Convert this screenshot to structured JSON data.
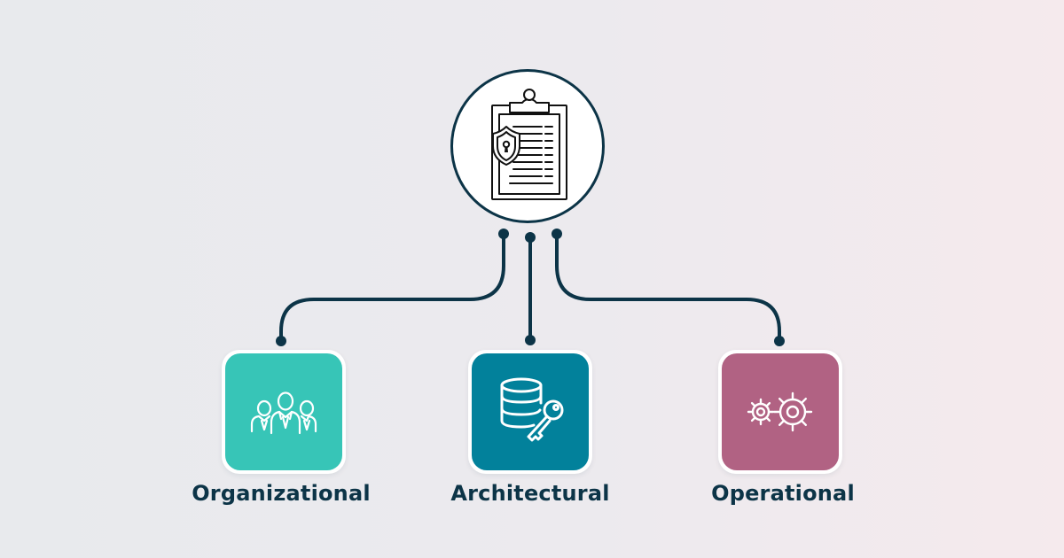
{
  "center": {
    "icon": "security-policy-clipboard-icon"
  },
  "categories": [
    {
      "label": "Organizational",
      "icon": "team-people-icon",
      "color": "#37c5b7"
    },
    {
      "label": "Architectural",
      "icon": "database-key-icon",
      "color": "#02819b"
    },
    {
      "label": "Operational",
      "icon": "gears-icon",
      "color": "#b16283"
    }
  ],
  "colors": {
    "connector": "#0c3447",
    "text": "#0c3447"
  }
}
